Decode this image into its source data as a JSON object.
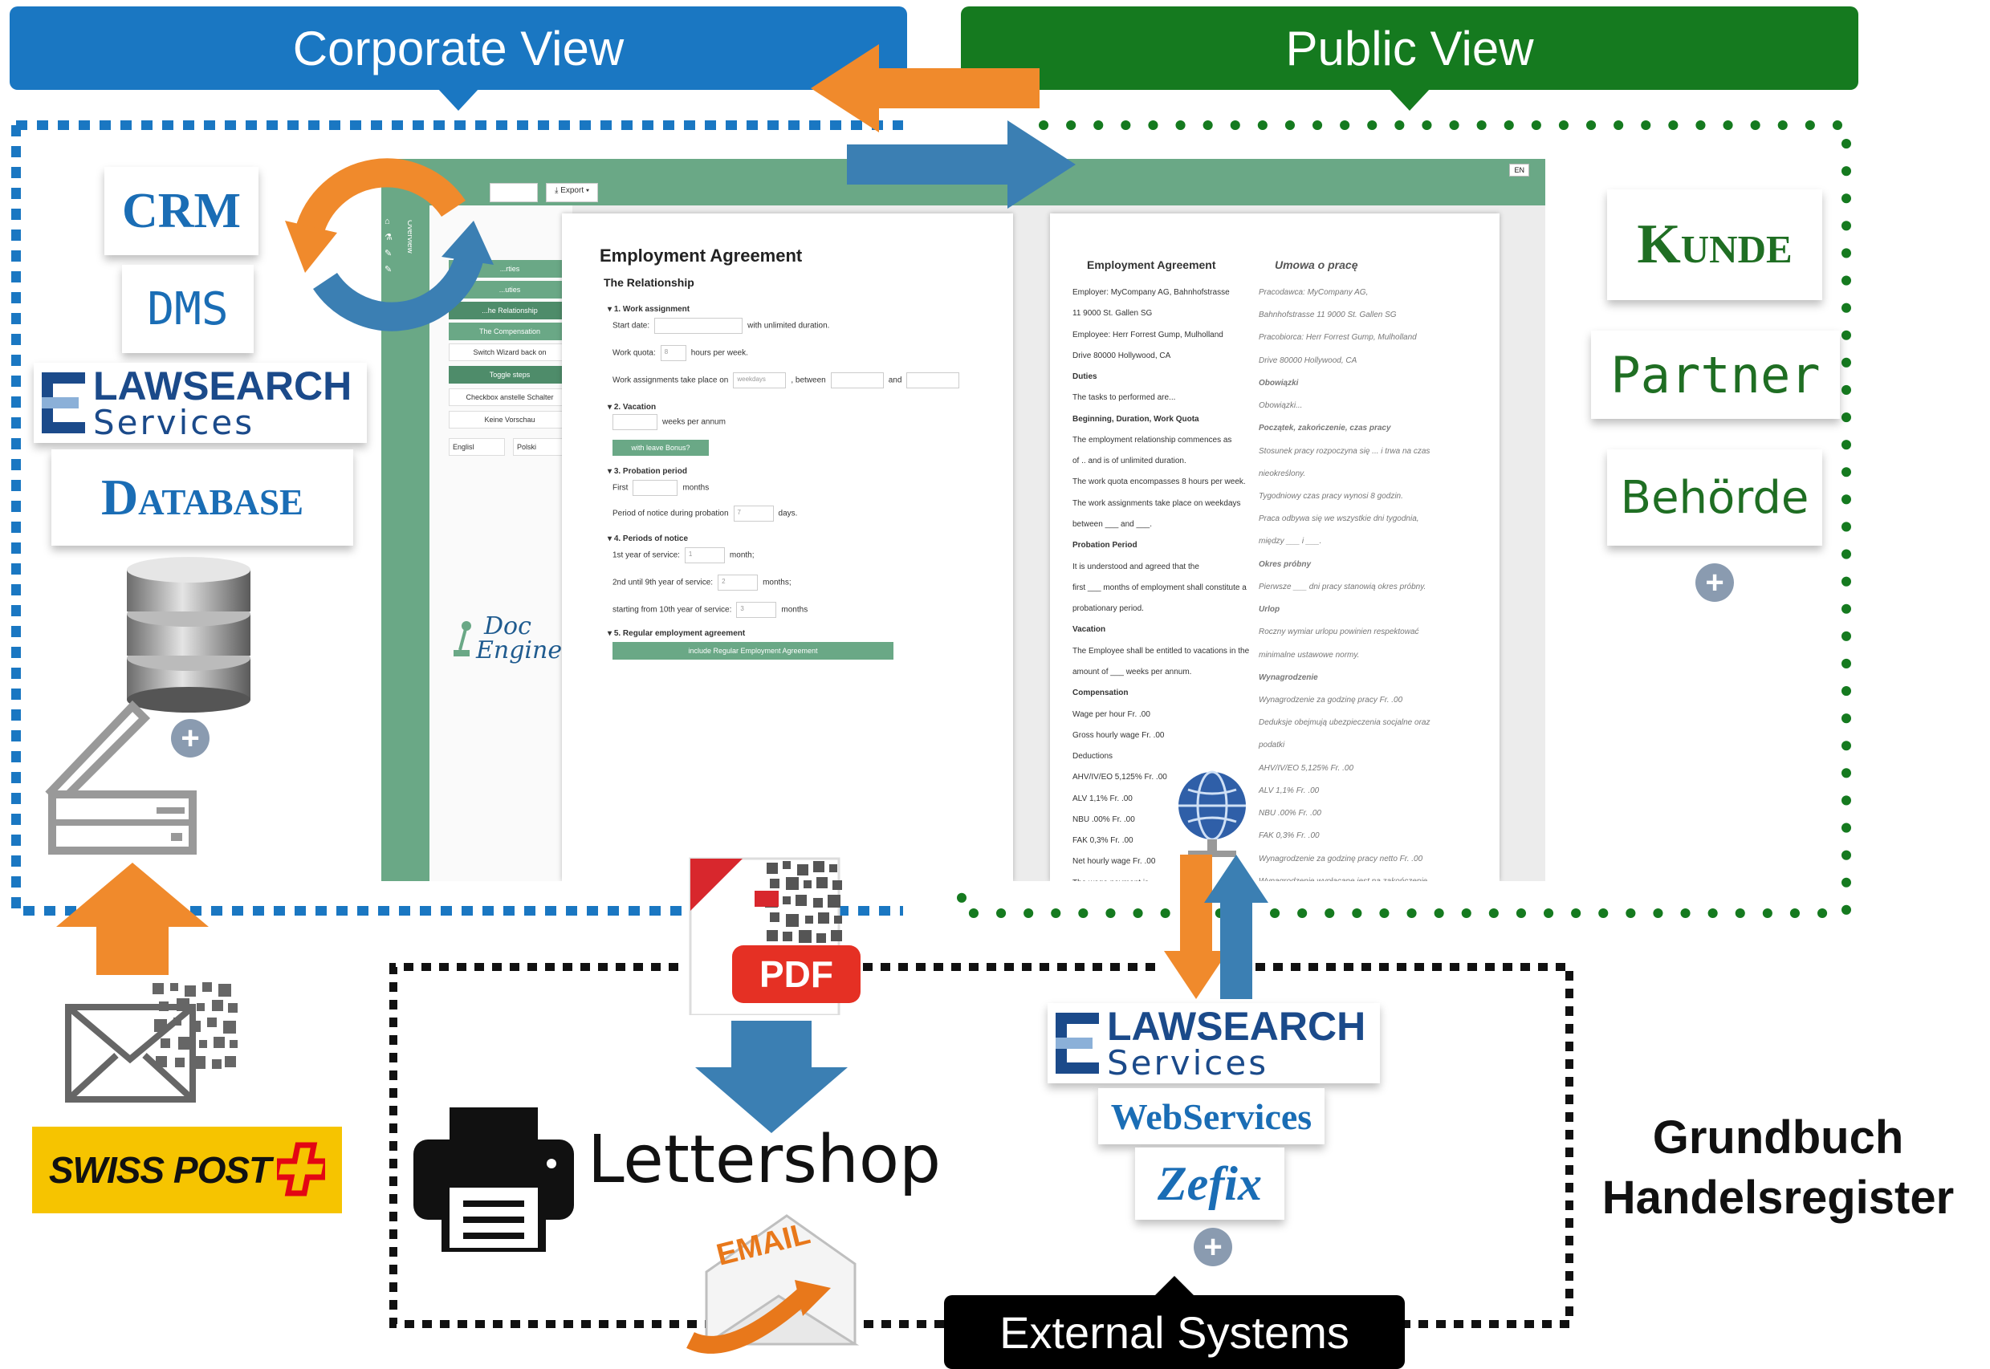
{
  "banners": {
    "corporate": "Corporate View",
    "public": "Public View"
  },
  "left_logos": {
    "crm": "CRM",
    "dms": "DMS",
    "lawsearch_line1": "LAWSEARCH",
    "lawsearch_line2": "Services",
    "database": "Database"
  },
  "right_logos": {
    "kunde": "Kunde",
    "partner": "Partner",
    "behoerde": "Behörde"
  },
  "app": {
    "toolbar_export": "Export",
    "language": "EN",
    "overview": "Overview",
    "menu_items": [
      "...rties",
      "...uties",
      "...he Relationship",
      "The Compensation",
      "Switch Wizard back on",
      "Toggle steps",
      "Checkbox anstelle Schalter",
      "Keine Vorschau"
    ],
    "lang_from": "Englisl",
    "lang_to": "Polski",
    "logo_line1": "Doc",
    "logo_line2": "Engine"
  },
  "form": {
    "title": "Employment Agreement",
    "subtitle": "The Relationship",
    "sections": [
      "1. Work assignment",
      "2. Vacation",
      "3. Probation period",
      "4. Periods of notice",
      "5. Regular employment agreement"
    ],
    "start_date": "Start date:",
    "unlimited": "with unlimited duration.",
    "work_quota": "Work quota:",
    "work_quota_value": "8",
    "hours_per_week": "hours per week.",
    "work_place": "Work assignments take place on",
    "weekdays": "weekdays",
    "between": ", between",
    "and": "and",
    "weeks_per_annum": "weeks per annum",
    "leave_bonus": "with leave Bonus?",
    "first": "First",
    "months": "months",
    "notice_probation": "Period of notice during probation",
    "notice_probation_value": "7",
    "days": "days.",
    "year1": "1st year of service:",
    "year1_value": "1",
    "month": "month;",
    "year2": "2nd until 9th year of service:",
    "year2_value": "2",
    "months_semi": "months;",
    "year10": "starting from 10th year of service:",
    "year10_value": "3",
    "months2": "months",
    "include_regular": "include Regular Employment Agreement"
  },
  "preview": {
    "title_en": "Employment Agreement",
    "title_pl": "Umowa o pracę",
    "rows_en": [
      "Employer: MyCompany AG, Bahnhofstrasse",
      "11 9000 St. Gallen SG",
      "Employee: Herr Forrest Gump, Mulholland",
      "Drive 80000 Hollywood, CA",
      "Duties",
      "The tasks to performed are...",
      "Beginning, Duration, Work Quota",
      "The employment relationship commences as",
      "of .. and is of unlimited duration.",
      "The work quota encompasses 8 hours per week.",
      "The work assignments take place on weekdays",
      "between ___ and ___.",
      "Probation Period",
      "It is understood and agreed that the",
      "first ___ months of employment shall constitute a",
      "probationary period.",
      "Vacation",
      "The Employee shall be entitled to vacations in the",
      "amount of ___ weeks per annum.",
      "Compensation",
      "Wage per hour   Fr. .00",
      "Gross hourly wage   Fr. .00",
      "Deductions",
      "AHV/IV/EO 5,125%   Fr. .00",
      "ALV 1,1%   Fr. .00",
      "NBU .00%   Fr. .00",
      "FAK 0,3%   Fr. .00",
      "Net hourly wage   Fr. .00",
      "The wage payment is ..."
    ],
    "rows_pl": [
      "Pracodawca: MyCompany AG,",
      "Bahnhofstrasse 11 9000 St. Gallen SG",
      "Pracobiorca: Herr Forrest Gump, Mulholland",
      "Drive 80000 Hollywood, CA",
      "Obowiązki",
      "Obowiązki...",
      "Początek, zakończenie, czas pracy",
      "Stosunek pracy rozpoczyna się ... i trwa na czas",
      "nieokreślony.",
      "Tygodniowy czas pracy wynosi 8 godzin.",
      "Praca odbywa się we wszystkie dni tygodnia,",
      "między ___ i ___.",
      "Okres próbny",
      "Pierwsze ___ dni pracy stanowią okres próbny.",
      "Urlop",
      "Roczny wymiar urlopu powinien respektować",
      "minimalne ustawowe normy.",
      "Wynagrodzenie",
      "Wynagrodzenie za godzinę pracy   Fr. .00",
      "Deduksje obejmują ubezpieczenia socjalne oraz",
      "podatki",
      "AHV/IV/EO 5,125%   Fr. .00",
      "ALV 1,1%   Fr. .00",
      "NBU .00%   Fr. .00",
      "FAK 0,3%   Fr. .00",
      "Wynagrodzenie za godzinę pracy netto   Fr. .00",
      "Wynagrodzenie wypłacane jest na zakończenie"
    ]
  },
  "bottom": {
    "pdf": "PDF",
    "lettershop": "Lettershop",
    "email": "EMAIL",
    "swiss_post": "SWISS POST",
    "ext_lawsearch_line1": "LAWSEARCH",
    "ext_lawsearch_line2": "Services",
    "webservices": "WebServices",
    "zefix": "Zefix",
    "grundbuch": "Grundbuch",
    "handelsregister": "Handelsregister",
    "external_systems": "External Systems"
  },
  "colors": {
    "corporate": "#1a77c2",
    "public": "#157a1f",
    "orange": "#f08a2c",
    "arrow_blue": "#3b7fb3",
    "app_green": "#6aa886"
  }
}
